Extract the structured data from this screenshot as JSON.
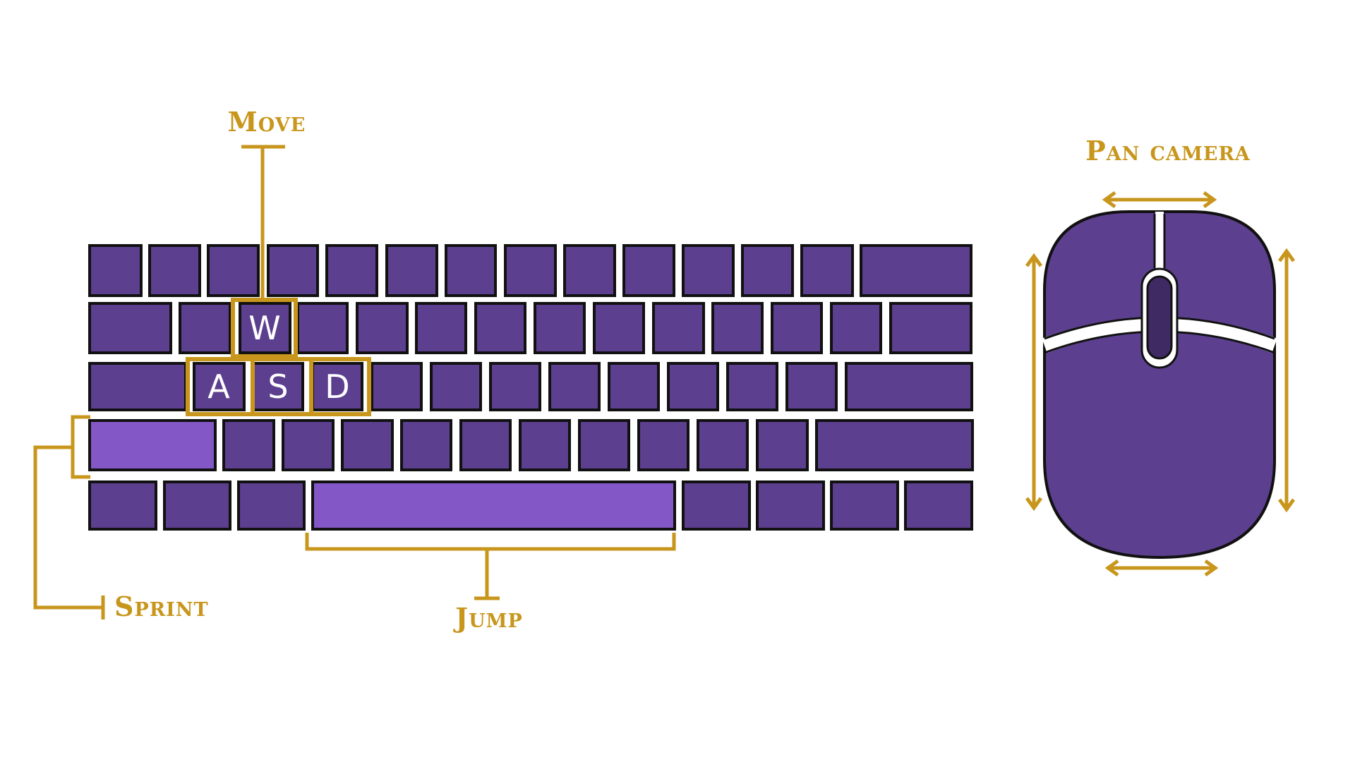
{
  "labels": {
    "move": "Move",
    "sprint": "Sprint",
    "jump": "Jump",
    "pan_camera": "Pan camera"
  },
  "keys": {
    "w": "W",
    "a": "A",
    "s": "S",
    "d": "D"
  },
  "colors": {
    "key": "#5c3f8e",
    "key_highlight": "#8457c6",
    "outline": "#111111",
    "accent": "#c8961c",
    "mouse_wheel": "#3f2a63"
  },
  "icons": {
    "pan_arrows": "double-arrow-icon"
  }
}
